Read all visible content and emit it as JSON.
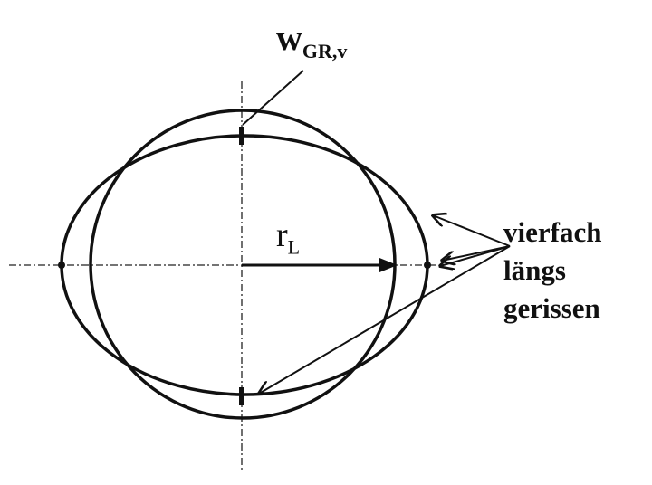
{
  "labels": {
    "gap_width_main": "w",
    "gap_width_sub": "GR,v",
    "radius_main": "r",
    "radius_sub": "L",
    "side_line1": "vierfach",
    "side_line2": "längs",
    "side_line3": "gerissen"
  },
  "colors": {
    "ink": "#111111",
    "background": "#ffffff"
  }
}
